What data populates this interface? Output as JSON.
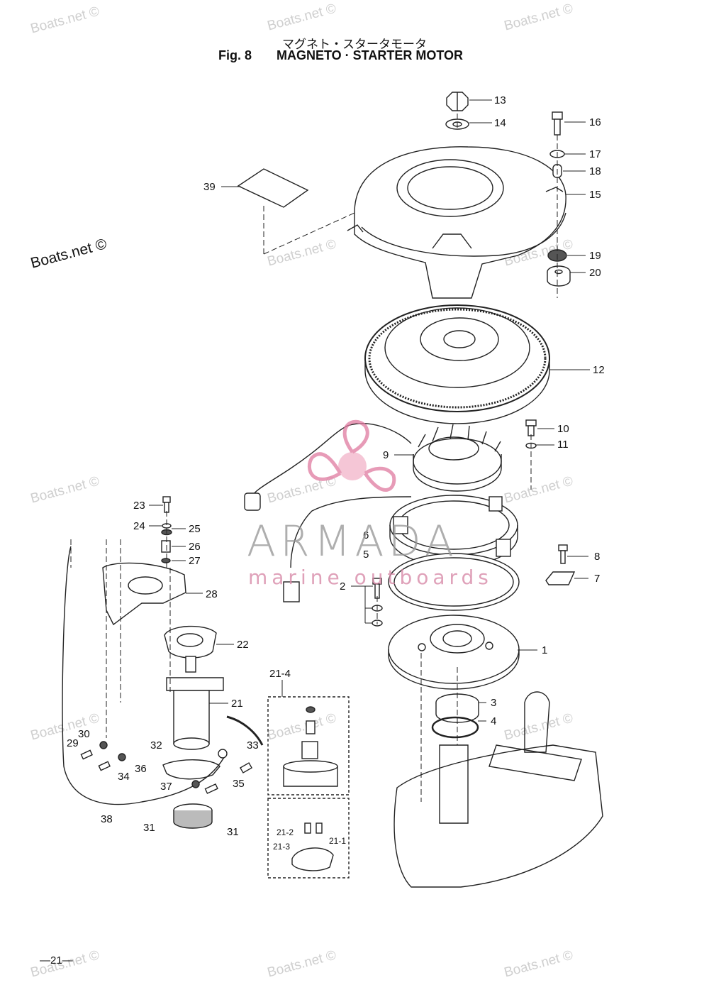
{
  "header": {
    "title_jp": "マグネト・スタータモータ",
    "figure": "Fig. 8",
    "title": "MAGNETO · STARTER MOTOR"
  },
  "watermarks": {
    "light": "Boats.net ©",
    "dark": "Boats.net ©"
  },
  "brand": {
    "name": "ARMADA",
    "tagline": "marine outboards",
    "accent_color": "#e07aa0"
  },
  "page_number": "—21—",
  "callouts": [
    {
      "id": "13",
      "label": "13"
    },
    {
      "id": "14",
      "label": "14"
    },
    {
      "id": "16",
      "label": "16"
    },
    {
      "id": "17",
      "label": "17"
    },
    {
      "id": "18",
      "label": "18"
    },
    {
      "id": "15",
      "label": "15"
    },
    {
      "id": "39",
      "label": "39"
    },
    {
      "id": "19",
      "label": "19"
    },
    {
      "id": "20",
      "label": "20"
    },
    {
      "id": "12",
      "label": "12"
    },
    {
      "id": "10",
      "label": "10"
    },
    {
      "id": "11",
      "label": "11"
    },
    {
      "id": "9",
      "label": "9"
    },
    {
      "id": "6",
      "label": "6"
    },
    {
      "id": "5",
      "label": "5"
    },
    {
      "id": "8",
      "label": "8"
    },
    {
      "id": "7",
      "label": "7"
    },
    {
      "id": "2",
      "label": "2"
    },
    {
      "id": "1",
      "label": "1"
    },
    {
      "id": "3",
      "label": "3"
    },
    {
      "id": "4",
      "label": "4"
    },
    {
      "id": "23",
      "label": "23"
    },
    {
      "id": "24",
      "label": "24"
    },
    {
      "id": "25",
      "label": "25"
    },
    {
      "id": "26",
      "label": "26"
    },
    {
      "id": "27",
      "label": "27"
    },
    {
      "id": "28",
      "label": "28"
    },
    {
      "id": "22",
      "label": "22"
    },
    {
      "id": "21-4",
      "label": "21-4"
    },
    {
      "id": "21",
      "label": "21"
    },
    {
      "id": "30",
      "label": "30"
    },
    {
      "id": "29",
      "label": "29"
    },
    {
      "id": "32",
      "label": "32"
    },
    {
      "id": "33",
      "label": "33"
    },
    {
      "id": "34",
      "label": "34"
    },
    {
      "id": "36",
      "label": "36"
    },
    {
      "id": "37",
      "label": "37"
    },
    {
      "id": "35",
      "label": "35"
    },
    {
      "id": "38",
      "label": "38"
    },
    {
      "id": "31a",
      "label": "31"
    },
    {
      "id": "31b",
      "label": "31"
    },
    {
      "id": "21-2",
      "label": "21-2"
    },
    {
      "id": "21-1",
      "label": "21-1"
    },
    {
      "id": "21-3",
      "label": "21-3"
    }
  ]
}
